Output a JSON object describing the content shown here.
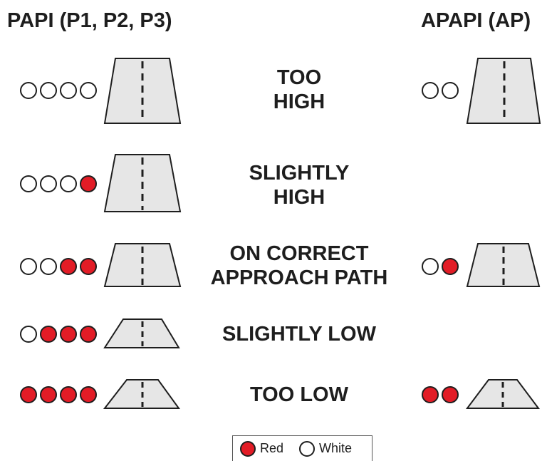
{
  "headings": {
    "papi": "PAPI (P1, P2, P3)",
    "apapi": "APAPI (AP)"
  },
  "rows": [
    {
      "line1": "TOO",
      "line2": "HIGH",
      "papi_lights": [
        "white",
        "white",
        "white",
        "white"
      ],
      "apapi_lights": [
        "white",
        "white"
      ]
    },
    {
      "line1": "SLIGHTLY",
      "line2": "HIGH",
      "papi_lights": [
        "white",
        "white",
        "white",
        "red"
      ],
      "apapi_lights": []
    },
    {
      "line1": "ON CORRECT",
      "line2": "APPROACH PATH",
      "papi_lights": [
        "white",
        "white",
        "red",
        "red"
      ],
      "apapi_lights": [
        "white",
        "red"
      ]
    },
    {
      "line1": "SLIGHTLY LOW",
      "line2": "",
      "papi_lights": [
        "white",
        "red",
        "red",
        "red"
      ],
      "apapi_lights": []
    },
    {
      "line1": "TOO LOW",
      "line2": "",
      "papi_lights": [
        "red",
        "red",
        "red",
        "red"
      ],
      "apapi_lights": [
        "red",
        "red"
      ]
    }
  ],
  "legend": {
    "red_label": "Red",
    "white_label": "White"
  },
  "colors": {
    "red": "#e21c26",
    "white": "#ffffff",
    "runway_fill": "#e6e6e6",
    "outline": "#1e1e1e"
  }
}
